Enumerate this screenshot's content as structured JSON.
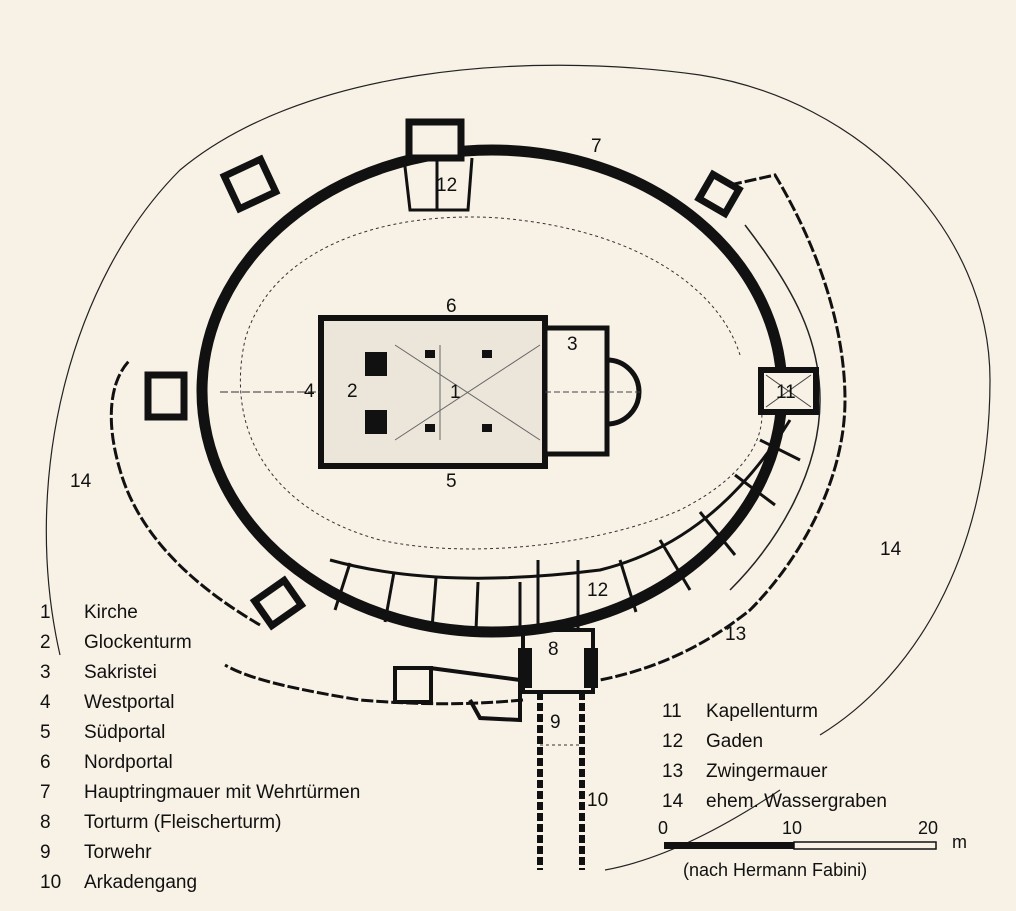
{
  "plan_labels": {
    "n1": "1",
    "n2": "2",
    "n3": "3",
    "n4": "4",
    "n5": "5",
    "n6": "6",
    "n7": "7",
    "n8": "8",
    "n9": "9",
    "n10": "10",
    "n11": "11",
    "n12a": "12",
    "n12b": "12",
    "n13": "13",
    "n14a": "14",
    "n14b": "14"
  },
  "legend_left": [
    {
      "num": "1",
      "text": "Kirche"
    },
    {
      "num": "2",
      "text": "Glockenturm"
    },
    {
      "num": "3",
      "text": "Sakristei"
    },
    {
      "num": "4",
      "text": "Westportal"
    },
    {
      "num": "5",
      "text": "Südportal"
    },
    {
      "num": "6",
      "text": "Nordportal"
    },
    {
      "num": "7",
      "text": "Hauptringmauer mit Wehrtürmen"
    },
    {
      "num": "8",
      "text": "Torturm (Fleischerturm)"
    },
    {
      "num": "9",
      "text": "Torwehr"
    },
    {
      "num": "10",
      "text": "Arkadengang"
    }
  ],
  "legend_right": [
    {
      "num": "11",
      "text": "Kapellenturm"
    },
    {
      "num": "12",
      "text": "Gaden"
    },
    {
      "num": "13",
      "text": "Zwingermauer"
    },
    {
      "num": "14",
      "text": "ehem. Wassergraben"
    }
  ],
  "scale": {
    "tick0": "0",
    "tick10": "10",
    "tick20": "20",
    "unit": "m"
  },
  "credit": "(nach Hermann Fabini)",
  "colors": {
    "paper": "#f7f1e6",
    "ink": "#111111"
  }
}
